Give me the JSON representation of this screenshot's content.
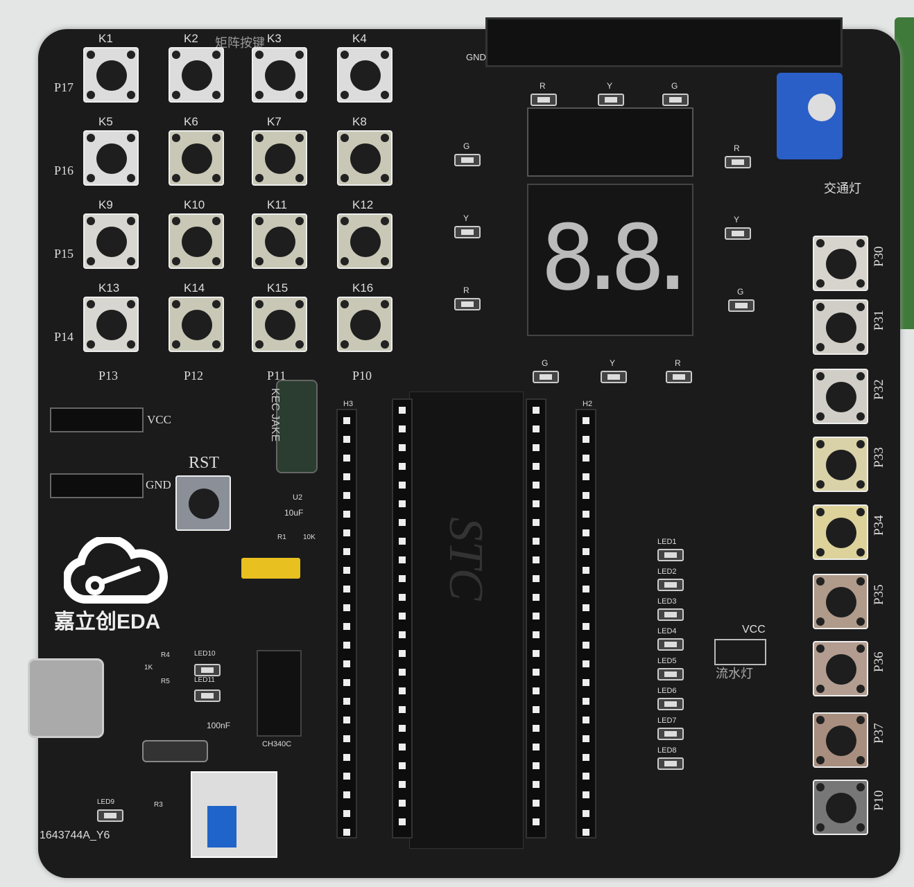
{
  "board": {
    "matrix_title": "矩阵按键",
    "keys": [
      "K1",
      "K2",
      "K3",
      "K4",
      "K5",
      "K6",
      "K7",
      "K8",
      "K9",
      "K10",
      "K11",
      "K12",
      "K13",
      "K14",
      "K15",
      "K16"
    ],
    "row_labels": [
      "P17",
      "P16",
      "P15",
      "P14"
    ],
    "col_labels": [
      "P13",
      "P12",
      "P11",
      "P10"
    ],
    "right_keys": [
      "P30",
      "P31",
      "P32",
      "P33",
      "P34",
      "P35",
      "P36",
      "P37",
      "P10"
    ],
    "vcc": "VCC",
    "gnd": "GND",
    "rst": "RST",
    "brand": "嘉立创EDA",
    "board_id": "1643744A_Y6",
    "traffic_light": "交通灯",
    "flow_light": "流水灯",
    "chip": "STC",
    "usb_chip": "CH340C",
    "display": "8.8.",
    "cap_label": "10uF",
    "cap_brand": "KEC JAKE",
    "cap_100nf": "100nF",
    "u2": "U2",
    "r1": "R1",
    "r1_val": "10K",
    "r4": "R4",
    "r5": "R5",
    "r3": "R3",
    "res_1k": "1K",
    "led9": "LED9",
    "led10": "LED10",
    "led11": "LED11",
    "h3": "H3",
    "h2": "H2",
    "flow_leds": [
      "LED1",
      "LED2",
      "LED3",
      "LED4",
      "LED5",
      "LED6",
      "LED7",
      "LED8"
    ],
    "traffic": {
      "top": [
        "R",
        "Y",
        "G"
      ],
      "bottom": [
        "G",
        "Y",
        "R"
      ],
      "left": [
        "G",
        "Y",
        "R"
      ],
      "right": [
        "R",
        "Y",
        "G"
      ]
    },
    "gnd_top": "GND"
  }
}
